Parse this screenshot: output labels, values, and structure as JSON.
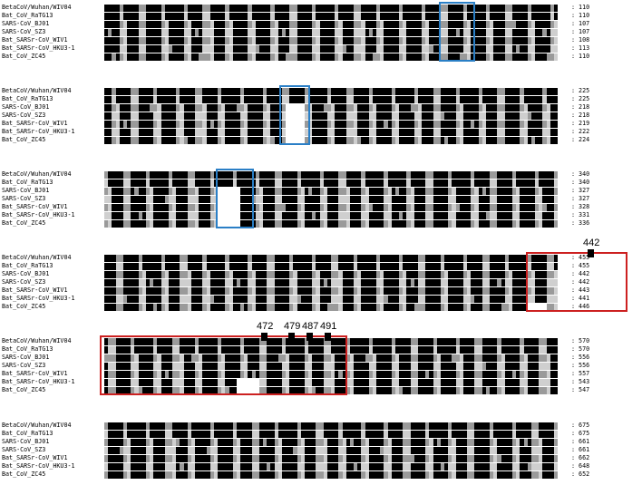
{
  "sequence_names": [
    "BetaCoV/Wuhan/WIV04",
    "Bat_CoV_RaTG13",
    "SARS-CoV_BJ01",
    "SARS-CoV_SZ3",
    "Bat_SARSr-CoV_WIV1",
    "Bat_SARSr-CoV_HKU3-1",
    "Bat_CoV_ZC45"
  ],
  "blocks": [
    {
      "end_positions": [
        "110",
        "110",
        "107",
        "107",
        "108",
        "113",
        "110"
      ]
    },
    {
      "end_positions": [
        "225",
        "225",
        "218",
        "218",
        "219",
        "222",
        "224"
      ]
    },
    {
      "end_positions": [
        "340",
        "340",
        "327",
        "327",
        "328",
        "331",
        "336"
      ]
    },
    {
      "end_positions": [
        "455",
        "455",
        "442",
        "442",
        "443",
        "441",
        "446"
      ]
    },
    {
      "end_positions": [
        "570",
        "570",
        "556",
        "556",
        "557",
        "543",
        "547"
      ]
    },
    {
      "end_positions": [
        "675",
        "675",
        "661",
        "661",
        "662",
        "648",
        "652"
      ]
    }
  ],
  "marked_positions": [
    "442",
    "472",
    "479",
    "487",
    "491"
  ],
  "colors": {
    "identical": "#000000",
    "similar": "#9a9a9a",
    "light": "#cfcfcf",
    "blue_box": "#2a7fc6",
    "red_box": "#cc2020"
  }
}
